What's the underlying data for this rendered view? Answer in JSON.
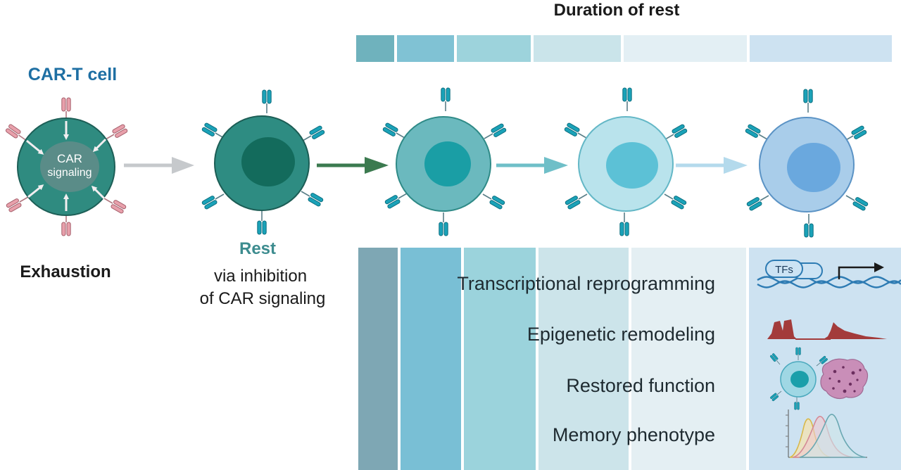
{
  "header": {
    "title": "Duration of rest"
  },
  "exhaustion": {
    "cell_title": "CAR-T cell",
    "nucleus_line1": "CAR",
    "nucleus_line2": "signaling",
    "caption": "Exhaustion"
  },
  "rest": {
    "title": "Rest",
    "caption_line1": "via inhibition",
    "caption_line2": "of CAR signaling"
  },
  "outcomes": [
    "Transcriptional reprogramming",
    "Epigenetic remodeling",
    "Restored function",
    "Memory phenotype"
  ],
  "icons": {
    "tf_label": "TFs",
    "dna_icon": "dna-with-transcription-factor",
    "peaks_icon": "chromatin-peaks",
    "killing_icon": "t-cell-attacking-tumor-cell",
    "histogram_icon": "overlapping-histograms"
  },
  "colors": {
    "title_blue": "#1e6fa3",
    "rest_teal": "#3d8c8f",
    "car_pink": "#e8a0ab",
    "car_teal": "#1aa2b8",
    "exhausted_cell": "#2f8b80",
    "rested_cell": "#2e8c82",
    "stage1_cell": "#6bb9be",
    "stage2_cell": "#b9e3ec",
    "stage3_cell": "#a9cdea"
  }
}
